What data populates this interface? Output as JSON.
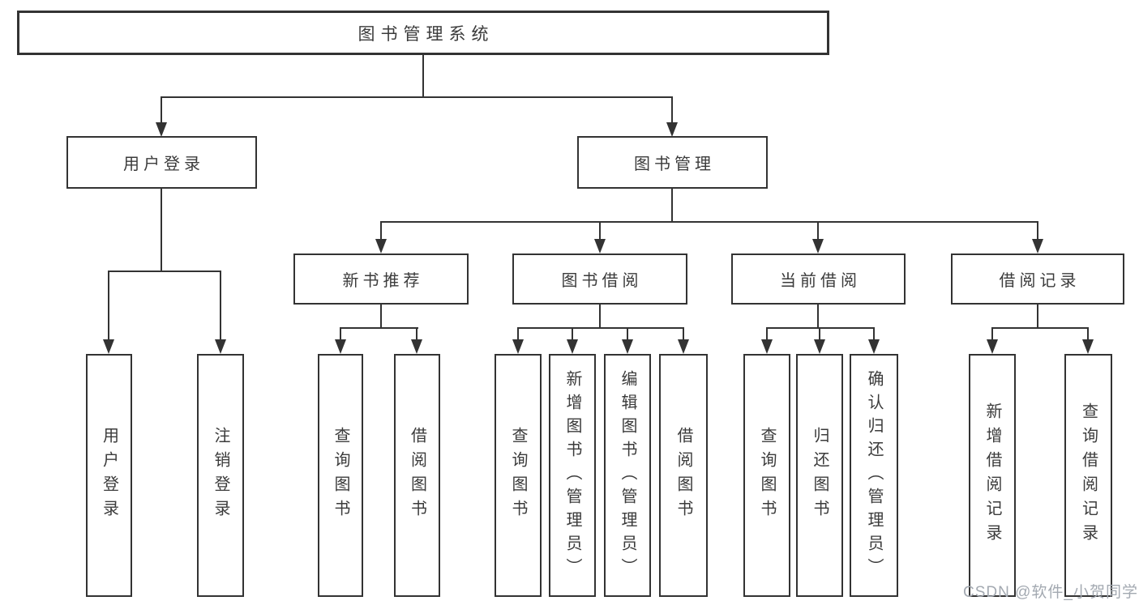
{
  "diagram": {
    "root": "图书管理系统",
    "level2": {
      "user_login": "用户登录",
      "book_mgmt": "图书管理"
    },
    "level3": {
      "new_books": "新书推荐",
      "book_borrow": "图书借阅",
      "current_borrow": "当前借阅",
      "borrow_records": "借阅记录"
    },
    "leaves": {
      "user_login": [
        "用户登录",
        "注销登录"
      ],
      "new_books": [
        "查询图书",
        "借阅图书"
      ],
      "book_borrow": [
        "查询图书",
        "新增图书（管理员）",
        "编辑图书（管理员）",
        "借阅图书"
      ],
      "current_borrow": [
        "查询图书",
        "归还图书",
        "确认归还（管理员）"
      ],
      "borrow_records": [
        "新增借阅记录",
        "查询借阅记录"
      ]
    }
  },
  "watermark": {
    "text": "CSDN @软件_小贺同学"
  },
  "colors": {
    "line": "#333333",
    "text": "#3b3b3b",
    "watermark": "#a3a9b1",
    "background": "#ffffff"
  }
}
